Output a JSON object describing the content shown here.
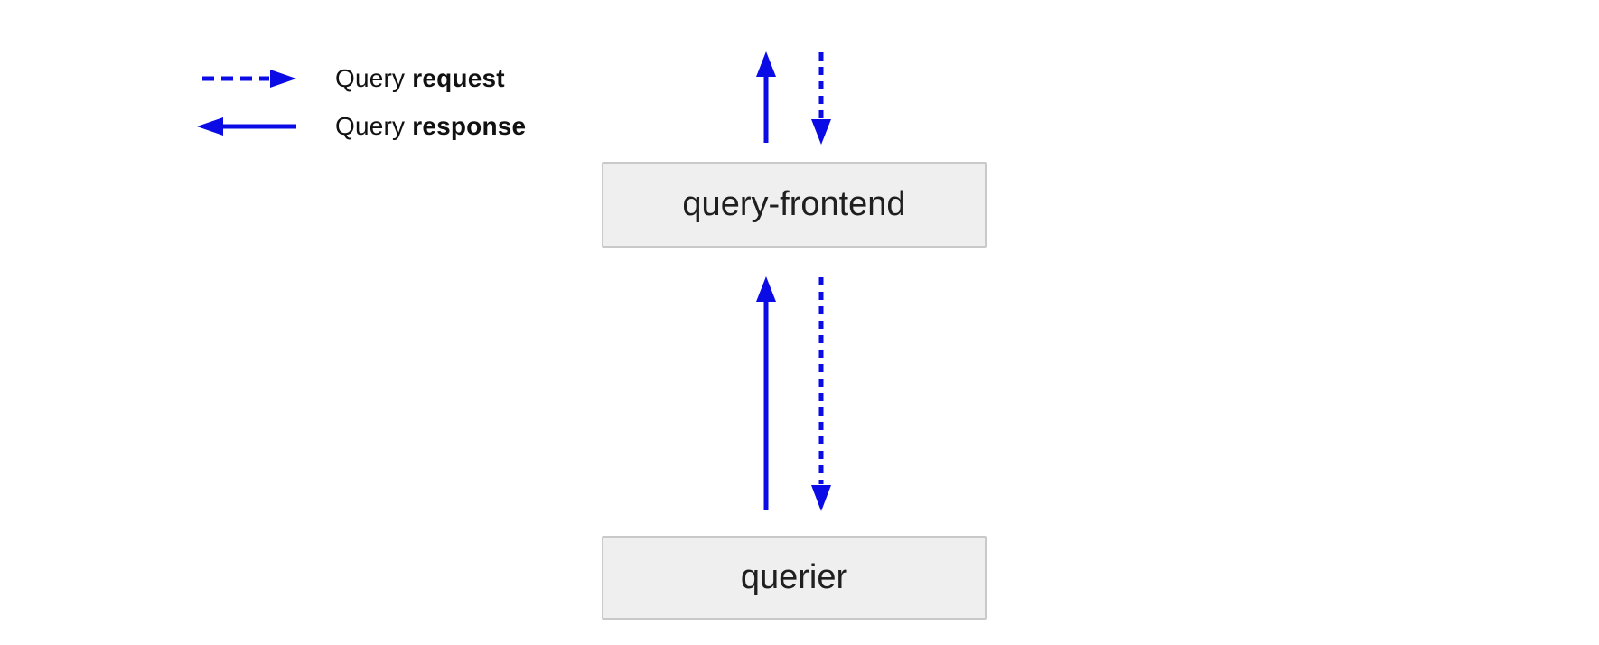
{
  "colors": {
    "accent": "#0b0be6",
    "node_fill": "#efefef",
    "node_border": "#c9c9c9",
    "node_text": "#1f1f1f",
    "legend_text": "#111111",
    "background": "#ffffff"
  },
  "legend": {
    "items": [
      {
        "prefix": "Query ",
        "bold": "request",
        "arrow_style": "dashed",
        "arrow_direction": "right"
      },
      {
        "prefix": "Query ",
        "bold": "response",
        "arrow_style": "solid",
        "arrow_direction": "left"
      }
    ]
  },
  "nodes": [
    {
      "label": "query-frontend"
    },
    {
      "label": "querier"
    }
  ],
  "edges": [
    {
      "kind": "response",
      "style": "solid",
      "direction": "up",
      "between": "query-frontend and top edge of diagram"
    },
    {
      "kind": "request",
      "style": "dashed",
      "direction": "down",
      "between": "top edge of diagram and query-frontend"
    },
    {
      "kind": "response",
      "style": "solid",
      "direction": "up",
      "between": "querier and query-frontend"
    },
    {
      "kind": "request",
      "style": "dashed",
      "direction": "down",
      "between": "query-frontend and querier"
    }
  ]
}
